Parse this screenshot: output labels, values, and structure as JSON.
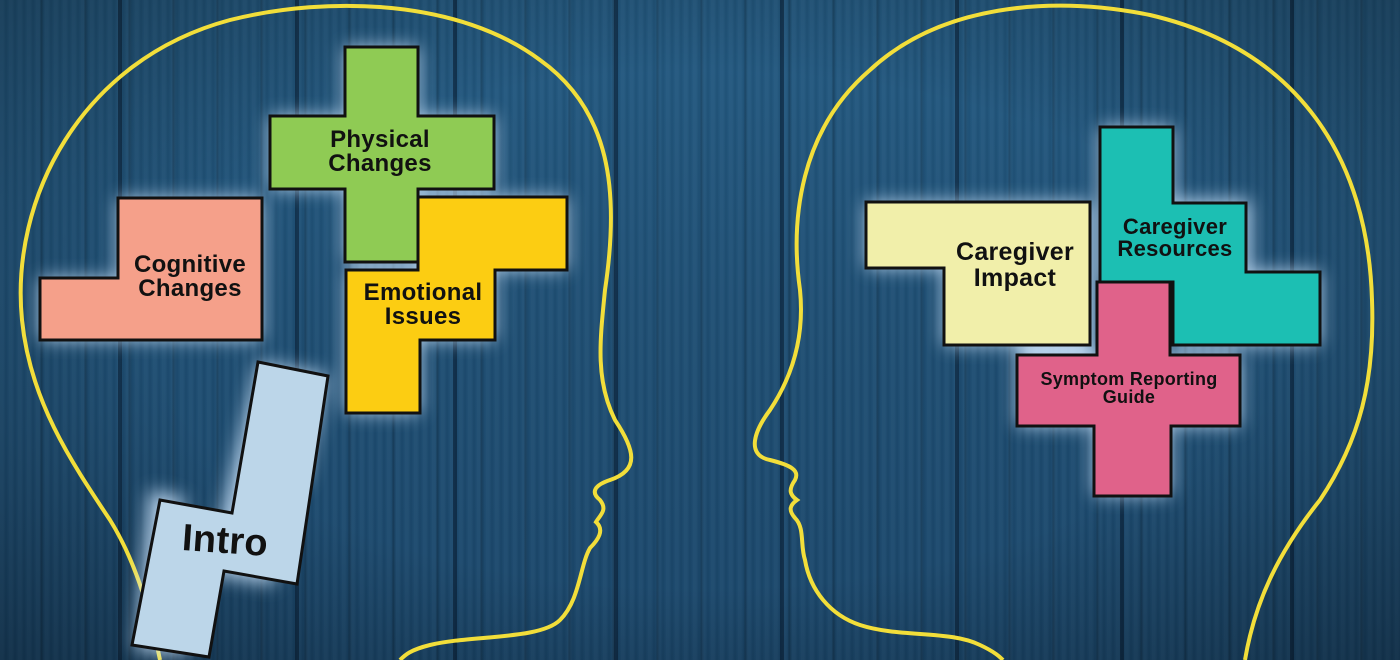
{
  "scene": {
    "background_color": "#1f4d72",
    "outline_color": "#f2de3a"
  },
  "left_head": {
    "pieces": [
      {
        "id": "physical-changes",
        "line1": "Physical",
        "line2": "Changes",
        "color": "#8fcb54"
      },
      {
        "id": "cognitive-changes",
        "line1": "Cognitive",
        "line2": "Changes",
        "color": "#f5a08a"
      },
      {
        "id": "emotional-issues",
        "line1": "Emotional",
        "line2": "Issues",
        "color": "#fccd12"
      },
      {
        "id": "intro",
        "line1": "Intro",
        "line2": "",
        "color": "#bcd6e9"
      }
    ]
  },
  "right_head": {
    "pieces": [
      {
        "id": "caregiver-impact",
        "line1": "Caregiver",
        "line2": "Impact",
        "color": "#f1efaa"
      },
      {
        "id": "caregiver-resources",
        "line1": "Caregiver",
        "line2": "Resources",
        "color": "#1cbfb3"
      },
      {
        "id": "symptom-reporting-guide",
        "line1": "Symptom Reporting",
        "line2": "Guide",
        "color": "#e0628a"
      }
    ]
  }
}
